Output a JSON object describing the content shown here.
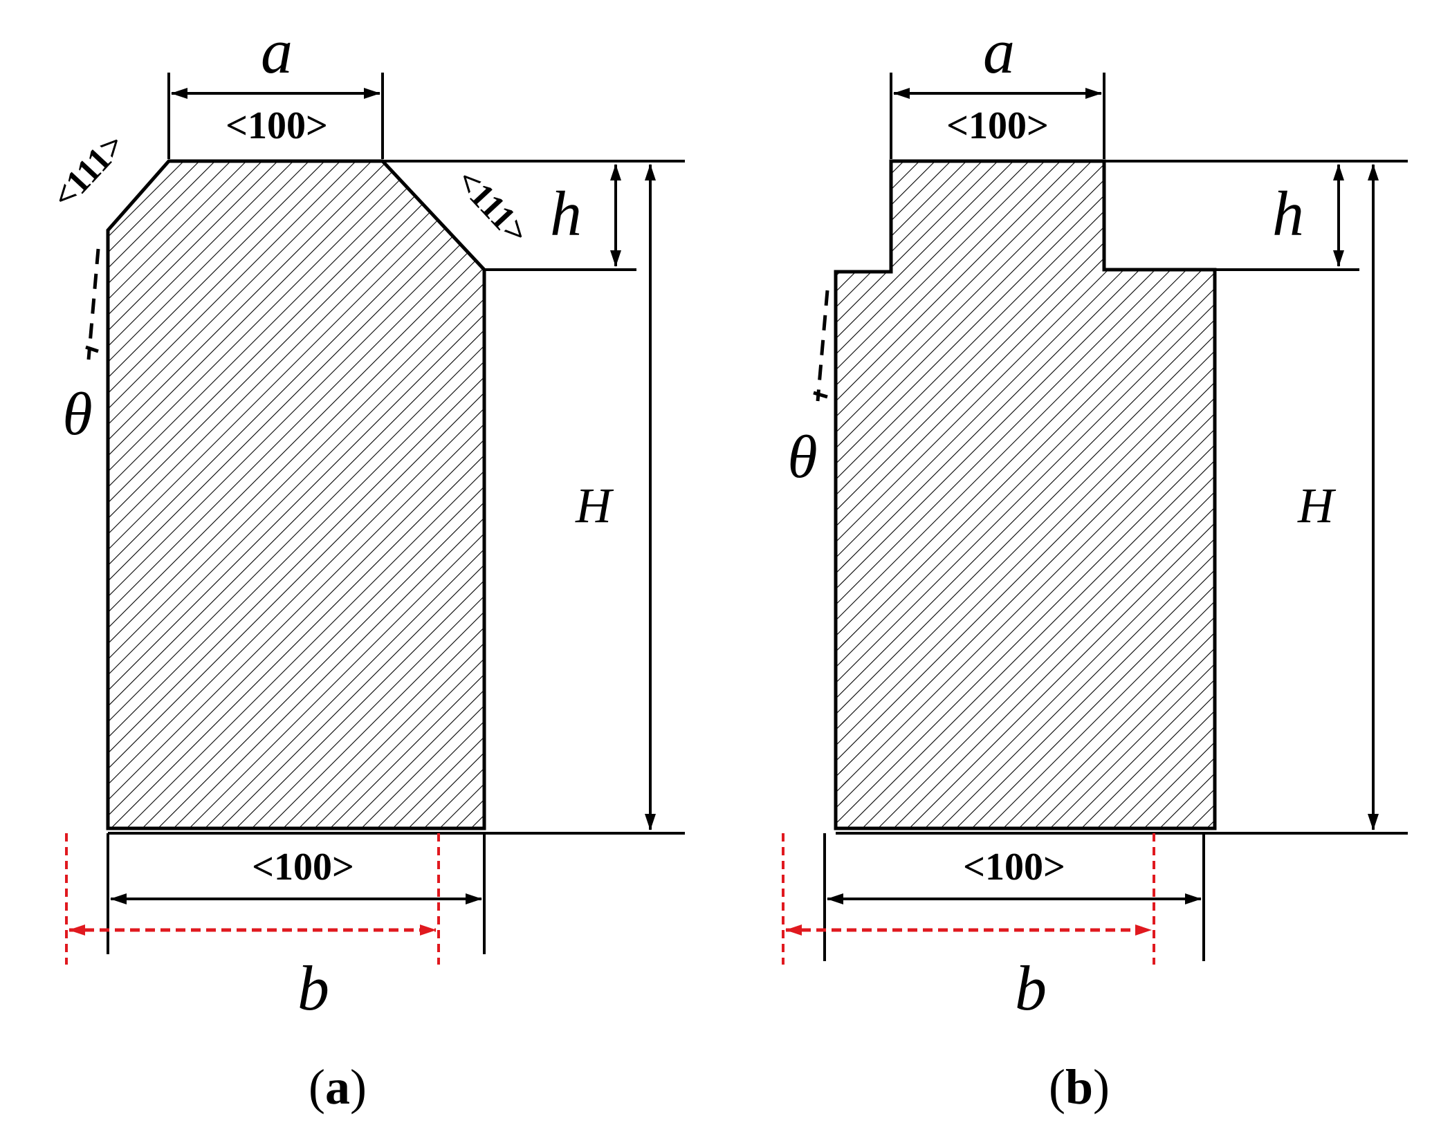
{
  "panels": [
    {
      "id": "a",
      "caption_open": "(",
      "caption_letter": "a",
      "caption_close": ")",
      "top_width_label": "a",
      "top_direction": "<100>",
      "sidewall_direction": "<111>",
      "step_height_label": "h",
      "total_height_label": "H",
      "angle_label": "θ",
      "bottom_direction": "<100>",
      "bottom_width_label": "b"
    },
    {
      "id": "b",
      "caption_open": "(",
      "caption_letter": "b",
      "caption_close": ")",
      "top_width_label": "a",
      "top_direction": "<100>",
      "step_height_label": "h",
      "total_height_label": "H",
      "angle_label": "θ",
      "bottom_direction": "<100>",
      "bottom_width_label": "b"
    }
  ],
  "colors": {
    "outline": "#000000",
    "hatch": "#000000",
    "reference_dashed": "#e0191f"
  }
}
